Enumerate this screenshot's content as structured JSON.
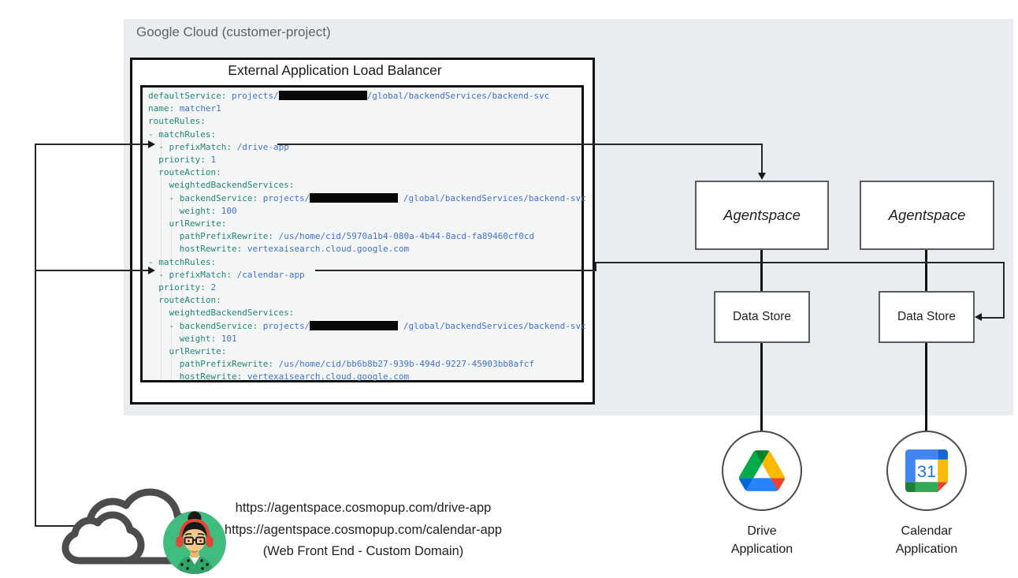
{
  "region": {
    "label": "Google Cloud (customer-project)"
  },
  "load_balancer": {
    "title": "External Application Load Balancer"
  },
  "code": {
    "colors": {
      "key": "#23867a",
      "value": "#4170cf"
    },
    "lines": [
      {
        "s": [
          [
            "k",
            "defaultService:"
          ],
          [
            "v",
            " projects/"
          ],
          [
            "r",
            ""
          ],
          [
            "v",
            "/global/backendServices/backend-svc"
          ]
        ]
      },
      {
        "s": [
          [
            "k",
            "name:"
          ],
          [
            "v",
            " matcher1"
          ]
        ]
      },
      {
        "s": [
          [
            "k",
            "routeRules:"
          ]
        ]
      },
      {
        "s": [
          [
            "k",
            "- matchRules:"
          ]
        ]
      },
      {
        "s": [
          [
            "k",
            "  - prefixMatch:"
          ],
          [
            "v",
            " /drive-app"
          ]
        ]
      },
      {
        "s": [
          [
            "k",
            "  priority:"
          ],
          [
            "v",
            " 1"
          ]
        ]
      },
      {
        "s": [
          [
            "k",
            "  routeAction:"
          ]
        ]
      },
      {
        "s": [
          [
            "k",
            "    weightedBackendServices:"
          ]
        ]
      },
      {
        "s": [
          [
            "k",
            "    - backendService:"
          ],
          [
            "v",
            " projects/"
          ],
          [
            "r",
            ""
          ],
          [
            "v",
            " /global/backendServices/backend-svc"
          ]
        ]
      },
      {
        "s": [
          [
            "k",
            "      weight:"
          ],
          [
            "v",
            " 100"
          ]
        ]
      },
      {
        "s": [
          [
            "k",
            "    urlRewrite:"
          ]
        ]
      },
      {
        "s": [
          [
            "k",
            "      pathPrefixRewrite:"
          ],
          [
            "v",
            " /us/home/cid/5970a1b4-080a-4b44-8acd-fa89460cf0cd"
          ]
        ]
      },
      {
        "s": [
          [
            "k",
            "      hostRewrite:"
          ],
          [
            "v",
            " vertexaisearch.cloud.google.com"
          ]
        ]
      },
      {
        "s": [
          [
            "k",
            "- matchRules:"
          ]
        ]
      },
      {
        "s": [
          [
            "k",
            "  - prefixMatch:"
          ],
          [
            "v",
            " /calendar-app"
          ]
        ]
      },
      {
        "s": [
          [
            "k",
            "  priority:"
          ],
          [
            "v",
            " 2"
          ]
        ]
      },
      {
        "s": [
          [
            "k",
            "  routeAction:"
          ]
        ]
      },
      {
        "s": [
          [
            "k",
            "    weightedBackendServices:"
          ]
        ]
      },
      {
        "s": [
          [
            "k",
            "    - backendService:"
          ],
          [
            "v",
            " projects/"
          ],
          [
            "r",
            ""
          ],
          [
            "v",
            " /global/backendServices/backend-svc"
          ]
        ]
      },
      {
        "s": [
          [
            "k",
            "      weight:"
          ],
          [
            "v",
            " 101"
          ]
        ]
      },
      {
        "s": [
          [
            "k",
            "    urlRewrite:"
          ]
        ]
      },
      {
        "s": [
          [
            "k",
            "      pathPrefixRewrite:"
          ],
          [
            "v",
            " /us/home/cid/bb6b8b27-939b-494d-9227-45903bb8afcf"
          ]
        ]
      },
      {
        "s": [
          [
            "k",
            "      hostRewrite:"
          ],
          [
            "v",
            " vertexaisearch.cloud.google.com"
          ]
        ]
      }
    ]
  },
  "nodes": {
    "agentspace_left": "Agentspace",
    "agentspace_right": "Agentspace",
    "datastore_left": "Data Store",
    "datastore_right": "Data Store",
    "drive_app": {
      "line1": "Drive",
      "line2": "Application"
    },
    "calendar_app": {
      "line1": "Calendar",
      "line2": "Application"
    }
  },
  "front_end": {
    "lines": [
      "https://agentspace.cosmopup.com/drive-app",
      "https://agentspace.cosmopup.com/calendar-app",
      "(Web Front End - Custom Domain)"
    ]
  },
  "icons": {
    "calendar_day": "31"
  }
}
